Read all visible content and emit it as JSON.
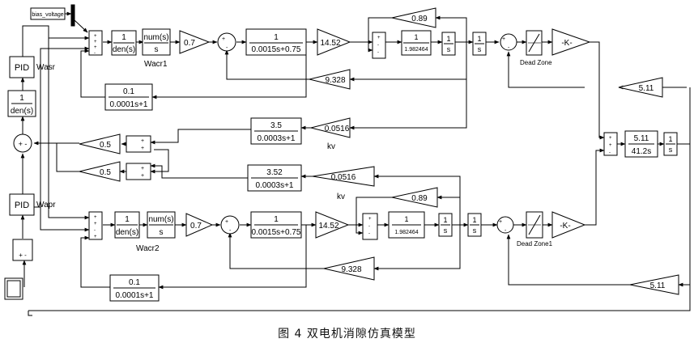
{
  "caption": "图 4    双电机消隙仿真模型",
  "labels": {
    "bias_voltage": "bias_voltage",
    "pid_top": "PID",
    "pid_top_tag": "Wasr",
    "pid_bottom": "PID",
    "pid_bottom_tag": "Wapr",
    "tf1_num": "1",
    "tf1_den": "den(s)",
    "sum_left_sign": "+ -",
    "gain_0_5_a": "0.5",
    "gain_0_5_b": "0.5",
    "m1_tf_num": "1",
    "m1_tf_den": "den(s)",
    "m1_wacr_num": "num(s)",
    "m1_wacr_den": "s",
    "m1_wacr_tag": "Wacr1",
    "m1_gain_07": "0.7",
    "m1_tf_elec_num": "1",
    "m1_tf_elec_den": "0.0015s+0.75",
    "m1_gain_1452": "14.52",
    "m1_gain_089": "0.89",
    "m1_tf_mech_num": "1",
    "m1_tf_mech_den": "1.982464",
    "m1_int1_num": "1",
    "m1_int1_den": "s",
    "m1_int2_num": "1",
    "m1_int2_den": "s",
    "m1_deadzone_tag": "Dead Zone",
    "m1_gain_k": "-K-",
    "m1_gain_9328": "9.328",
    "m1_fb_num": "0.1",
    "m1_fb_den": "0.0001s+1",
    "m1_kv_num": "3.5",
    "m1_kv_den": "0.0003s+1",
    "m1_gain_0516": "0.0516",
    "m1_kv_tag": "kv",
    "gain_511_top": "5.11",
    "load_tf_num": "5.11",
    "load_tf_den": "41.2s",
    "load_int_num": "1",
    "load_int_den": "s",
    "m2_kv_num": "3.52",
    "m2_kv_den": "0.0003s+1",
    "m2_gain_0516": "0.0516",
    "m2_kv_tag": "kv",
    "m2_gain_089": "0.89",
    "m2_tf_num": "1",
    "m2_tf_den": "den(s)",
    "m2_wacr_num": "num(s)",
    "m2_wacr_den": "s",
    "m2_wacr_tag": "Wacr2",
    "m2_gain_07": "0.7",
    "m2_tf_elec_num": "1",
    "m2_tf_elec_den": "0.0015s+0.75",
    "m2_gain_1452": "14.52",
    "m2_tf_mech_num": "1",
    "m2_tf_mech_den": "1.982464",
    "m2_int1_num": "1",
    "m2_int1_den": "s",
    "m2_int2_num": "1",
    "m2_int2_den": "s",
    "m2_deadzone_tag": "Dead Zone1",
    "m2_gain_k": "-K-",
    "m2_gain_9328": "9.328",
    "m2_fb_num": "0.1",
    "m2_fb_den": "0.0001s+1",
    "gain_511_bottom": "5.11"
  }
}
